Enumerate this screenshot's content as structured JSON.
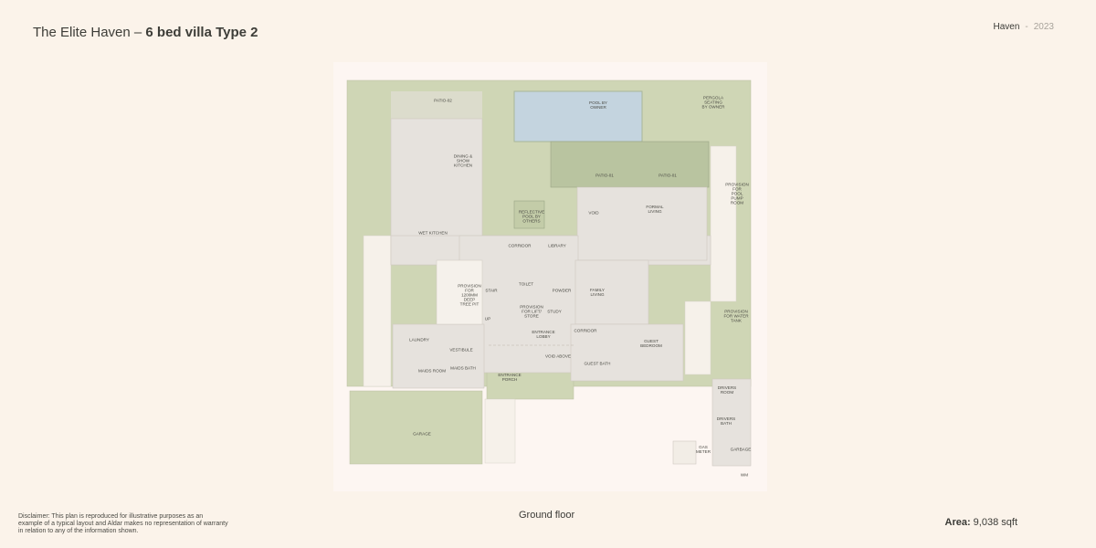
{
  "header": {
    "title_prefix": "The Elite Haven – ",
    "title_bold": "6 bed villa Type 2",
    "brand": "Haven",
    "separator": "-",
    "year": "2023"
  },
  "plan": {
    "floor_label": "Ground floor",
    "colors": {
      "landscape": "#cfd6b5",
      "pool": "#c4d4df",
      "interior": "#e6e2dd",
      "patio": "#b9c4a0",
      "background": "#fbf3ea"
    },
    "rooms": [
      {
        "id": "patio-02",
        "label": "PATIO-02"
      },
      {
        "id": "pool",
        "label": "POOL BY\nOWNER"
      },
      {
        "id": "pergola",
        "label": "PERGOLA\nSEATING\nBY OWNER"
      },
      {
        "id": "dining",
        "label": "DINING &\nSHOW\nKITCHEN"
      },
      {
        "id": "patio-01a",
        "label": "PATIO-01"
      },
      {
        "id": "patio-01b",
        "label": "PATIO-01"
      },
      {
        "id": "pump",
        "label": "PROVISION\nFOR\nPOOL\nPUMP\nROOM"
      },
      {
        "id": "reflective",
        "label": "REFLECTIVE\nPOOL BY\nOTHERS"
      },
      {
        "id": "void",
        "label": "VOID"
      },
      {
        "id": "formal",
        "label": "FORMAL\nLIVING"
      },
      {
        "id": "wetkitchen",
        "label": "WET KITCHEN"
      },
      {
        "id": "corridor1",
        "label": "CORRIDOR"
      },
      {
        "id": "library",
        "label": "LIBRARY"
      },
      {
        "id": "treepit",
        "label": "PROVISION\nFOR\n1200MM\nDEEP\nTREE PIT"
      },
      {
        "id": "stair",
        "label": "STAIR"
      },
      {
        "id": "toilet",
        "label": "TOILET"
      },
      {
        "id": "powder",
        "label": "POWDER"
      },
      {
        "id": "family",
        "label": "FAMILY\nLIVING"
      },
      {
        "id": "lift",
        "label": "PROVISION\nFOR LIFT/\nSTORE"
      },
      {
        "id": "study",
        "label": "STUDY"
      },
      {
        "id": "up",
        "label": "UP"
      },
      {
        "id": "watertank",
        "label": "PROVISION\nFOR WATER\nTANK"
      },
      {
        "id": "entlobby",
        "label": "ENTRANCE\nLOBBY"
      },
      {
        "id": "corridor2",
        "label": "CORRIDOR"
      },
      {
        "id": "laundry",
        "label": "LAUNDRY"
      },
      {
        "id": "vestibule",
        "label": "VESTIBULE"
      },
      {
        "id": "guestbed",
        "label": "GUEST\nBEDROOM"
      },
      {
        "id": "voidabove",
        "label": "VOID ABOVE"
      },
      {
        "id": "maidsroom",
        "label": "MAIDS ROOM"
      },
      {
        "id": "maidsbath",
        "label": "MAIDS BATH"
      },
      {
        "id": "guestbath",
        "label": "GUEST BATH"
      },
      {
        "id": "porch",
        "label": "ENTRANCE\nPORCH"
      },
      {
        "id": "driversroom",
        "label": "DRIVERS\nROOM"
      },
      {
        "id": "driversbath",
        "label": "DRIVERS\nBATH"
      },
      {
        "id": "garage",
        "label": "GARAGE"
      },
      {
        "id": "gasmeter",
        "label": "GAS\nMETER"
      },
      {
        "id": "garbage",
        "label": "GARBAGE"
      },
      {
        "id": "wm",
        "label": "WM"
      }
    ]
  },
  "footer": {
    "disclaimer": "Disclaimer: This plan is reproduced for illustrative purposes as an example of a typical layout and Aldar makes no representation of warranty in relation to any of the information shown.",
    "area_label": "Area:",
    "area_value": " 9,038 sqft"
  }
}
